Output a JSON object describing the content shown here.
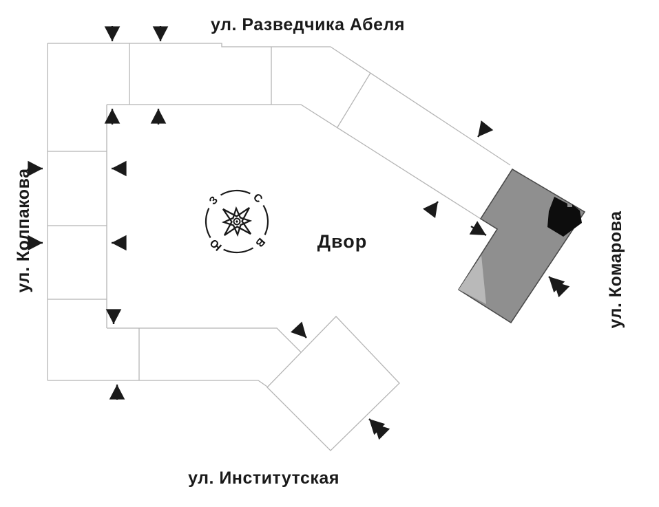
{
  "streets": {
    "top": "ул. Разведчика Абеля",
    "left": "ул. Колпакова",
    "right": "ул. Комарова",
    "bottom": "ул. Институтская"
  },
  "courtyard": {
    "label": "Двор"
  },
  "compass": {
    "north": "С",
    "east": "В",
    "south": "Ю",
    "west": "З"
  },
  "colors": {
    "background": "#ffffff",
    "contour_line": "#b5b5b5",
    "arrow": "#1a1a1a",
    "text": "#1a1a1a",
    "building_highlight": "#8f8f8f",
    "building_light": "#b9b9b9",
    "building_black": "#0d0d0d",
    "highlight_outline": "#4a4a4a"
  }
}
